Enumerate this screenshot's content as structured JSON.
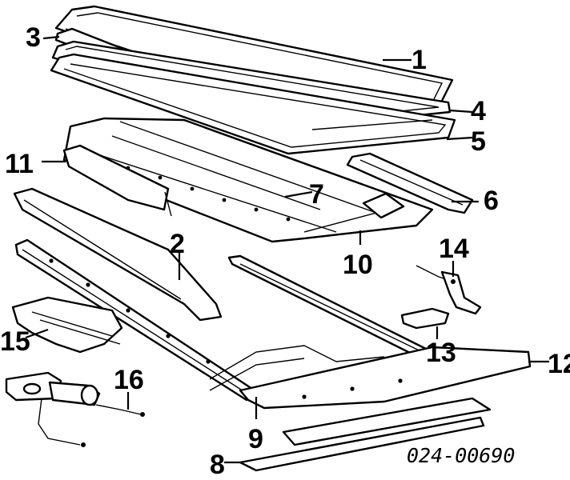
{
  "diagram": {
    "parts": [
      {
        "id": "1",
        "label": "1"
      },
      {
        "id": "2",
        "label": "2"
      },
      {
        "id": "3",
        "label": "3"
      },
      {
        "id": "4",
        "label": "4"
      },
      {
        "id": "5",
        "label": "5"
      },
      {
        "id": "6",
        "label": "6"
      },
      {
        "id": "7",
        "label": "7"
      },
      {
        "id": "8",
        "label": "8"
      },
      {
        "id": "9",
        "label": "9"
      },
      {
        "id": "10",
        "label": "10"
      },
      {
        "id": "11",
        "label": "11"
      },
      {
        "id": "12",
        "label": "12"
      },
      {
        "id": "13",
        "label": "13"
      },
      {
        "id": "14",
        "label": "14"
      },
      {
        "id": "15",
        "label": "15"
      },
      {
        "id": "16",
        "label": "16"
      }
    ],
    "reference_code": "024-00690",
    "colors": {
      "ink": "#000000",
      "background": "#ffffff"
    }
  }
}
